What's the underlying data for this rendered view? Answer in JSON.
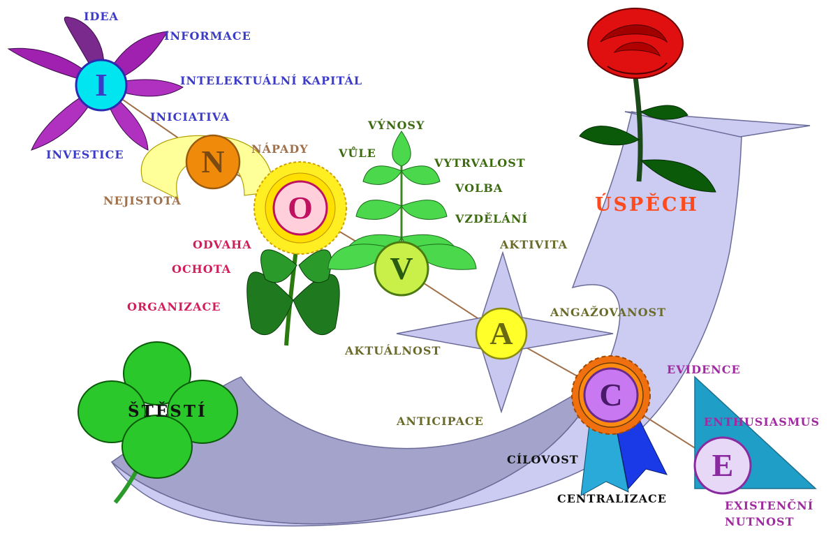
{
  "colors": {
    "i_group": "#3b3bc8",
    "n_group": "#a0704a",
    "o_group": "#d01e5a",
    "v_group": "#3c6a10",
    "a_group": "#6a6a2a",
    "c_group": "#111111",
    "e_group": "#a02aa0",
    "success": "#ff4a1e",
    "arrow_fill": "#ccccf2",
    "arrow_dark": "#a3a3cc"
  },
  "letters": {
    "i": "I",
    "n": "N",
    "o": "O",
    "v": "V",
    "a": "A",
    "c": "C",
    "e": "E"
  },
  "labels": {
    "idea": "IDEA",
    "informace": "INFORMACE",
    "intelektualni_kapital": "INTELEKTUÁLNÍ KAPITÁL",
    "iniciativa": "INICIATIVA",
    "investice": "INVESTICE",
    "napady": "NÁPADY",
    "nejistota": "NEJISTOTA",
    "odvaha": "ODVAHA",
    "ochota": "OCHOTA",
    "organizace": "ORGANIZACE",
    "vynosy": "VÝNOSY",
    "vule": "VŮLE",
    "vytrvalost": "VYTRVALOST",
    "volba": "VOLBA",
    "vzdelani": "VZDĚLÁNÍ",
    "aktivita": "AKTIVITA",
    "angazovanost": "ANGAŽOVANOST",
    "aktualnost": "AKTUÁLNOST",
    "anticipace": "ANTICIPACE",
    "cilovost": "CÍLOVOST",
    "centralizace": "CENTRALIZACE",
    "evidence": "EVIDENCE",
    "enthusiasmus": "ENTHUSIASMUS",
    "existencni_nutnost": "EXISTENČNÍ\nNUTNOST",
    "uspech": "ÚSPĚCH",
    "stesti": "ŠTĚSTÍ"
  }
}
